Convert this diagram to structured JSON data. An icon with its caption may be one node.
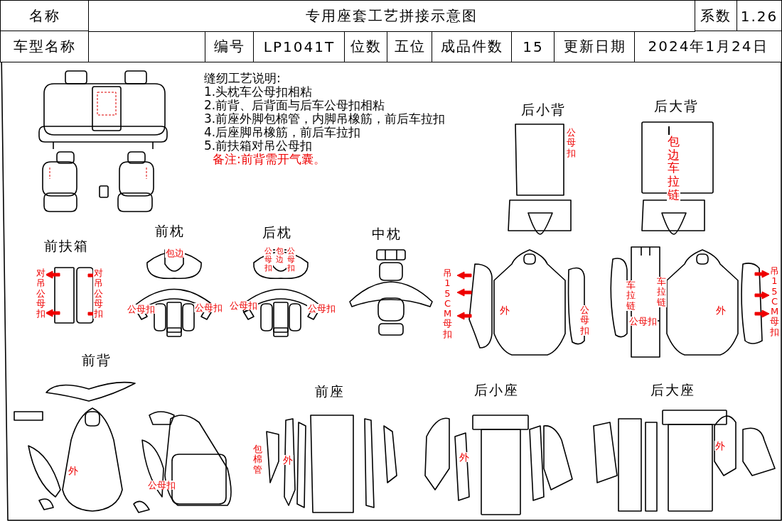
{
  "diagram": {
    "title": "专用座套工艺拼接示意图",
    "labels": [
      "名称",
      "系数",
      "1.26",
      "车型名称",
      "编号",
      "LP1041T",
      "位数",
      "五位",
      "成品件数",
      "15",
      "更新日期",
      "2024年1月24日",
      "缝纫工艺说明:",
      "1.头枕车公母扣相粘",
      "2.前背、后背面与后车公母扣相粘",
      "3.前座外脚包棉管，内脚吊橡筋，前后车拉扣",
      "4.后座脚吊橡筋，前后车拉扣",
      "5.前扶箱对吊公母扣",
      "备注:前背需开气囊。",
      "后小背",
      "后大背",
      "前扶箱",
      "前枕",
      "后枕",
      "中枕",
      "公母扣",
      "包边车拉链",
      "对吊公母扣",
      "对吊公母扣",
      "包边",
      "公母扣",
      "公母扣",
      "公母扣",
      "包边",
      "公母扣",
      "公母扣",
      "公母扣",
      "吊15CM母扣",
      "外",
      "公母扣",
      "车拉链",
      "车拉链",
      "公母扣",
      "外",
      "吊15CM母扣",
      "前背",
      "外",
      "公母扣",
      "前座",
      "包棉管",
      "外",
      "后小座",
      "外",
      "后大座",
      "外"
    ]
  }
}
